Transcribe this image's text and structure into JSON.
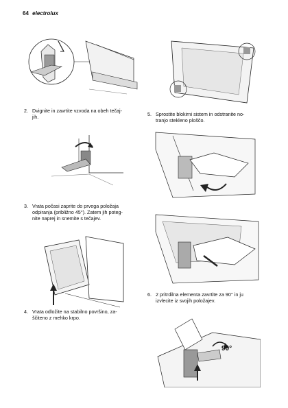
{
  "header": {
    "page_number": "64",
    "brand": "electrolux"
  },
  "steps": [
    {
      "number": "2.",
      "line1": "Dvignite in zavrtite vzvoda na obeh tečaj-",
      "line2": "jih."
    },
    {
      "number": "3.",
      "line1": "Vrata počasi zaprite do prvega položaja",
      "line2": "odpiranja (približno 45°). Zatem jih poteg-",
      "line3": "nite naprej in snemite s tečajev."
    },
    {
      "number": "4.",
      "line1": "Vrata odložite na stabilno površino, za-",
      "line2": "ščiteno z mehko krpo."
    },
    {
      "number": "5.",
      "line1": "Sprostite blokirni sistem in odstranite no-",
      "line2": "tranjo stekleno ploščo."
    },
    {
      "number": "6.",
      "line1": "2 pritrdilna elementa zavrtite za 90° in ju",
      "line2": "izvlecite iz svojih položajev."
    }
  ],
  "figure6": {
    "angle_label": "90°"
  }
}
